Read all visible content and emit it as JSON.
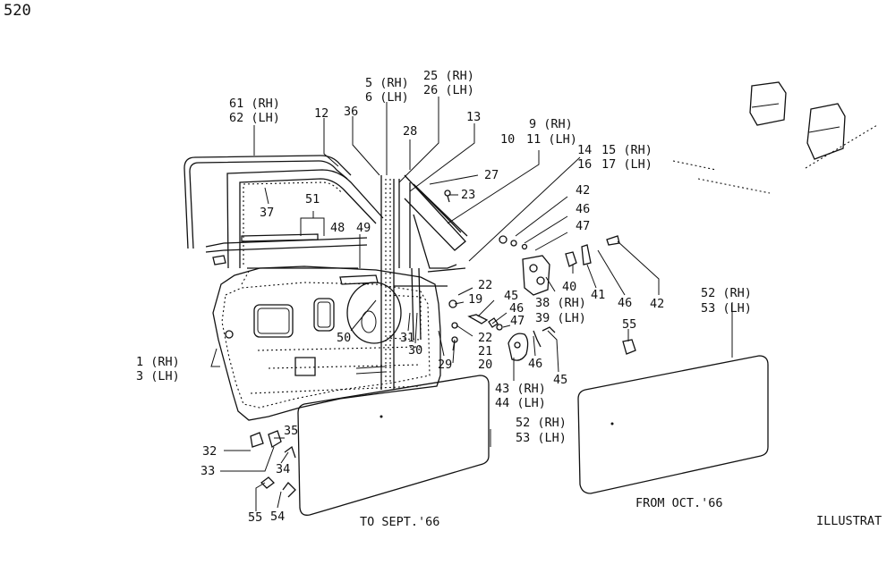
{
  "page_number": "520",
  "notes": {
    "to_sept": "TO SEPT.'66",
    "from_oct": "FROM OCT.'66",
    "illustration": "ILLUSTRAT"
  },
  "callouts": [
    {
      "id": "c1",
      "text": "1 (RH)"
    },
    {
      "id": "c3",
      "text": "3 (LH)"
    },
    {
      "id": "c61",
      "text": "61 (RH)"
    },
    {
      "id": "c62",
      "text": "62 (LH)"
    },
    {
      "id": "c12",
      "text": "12"
    },
    {
      "id": "c36",
      "text": "36"
    },
    {
      "id": "c5",
      "text": "5 (RH)"
    },
    {
      "id": "c6",
      "text": "6 (LH)"
    },
    {
      "id": "c25",
      "text": "25 (RH)"
    },
    {
      "id": "c26",
      "text": "26 (LH)"
    },
    {
      "id": "c28",
      "text": "28"
    },
    {
      "id": "c13",
      "text": "13"
    },
    {
      "id": "c9",
      "text": "9 (RH)"
    },
    {
      "id": "c10",
      "text": "10"
    },
    {
      "id": "c11",
      "text": "11 (LH)"
    },
    {
      "id": "c14",
      "text": "14"
    },
    {
      "id": "c15",
      "text": "15 (RH)"
    },
    {
      "id": "c16",
      "text": "16"
    },
    {
      "id": "c17",
      "text": "17 (LH)"
    },
    {
      "id": "c27",
      "text": "27"
    },
    {
      "id": "c23",
      "text": "23"
    },
    {
      "id": "c37",
      "text": "37"
    },
    {
      "id": "c51",
      "text": "51"
    },
    {
      "id": "c48",
      "text": "48"
    },
    {
      "id": "c49",
      "text": "49"
    },
    {
      "id": "c42a",
      "text": "42"
    },
    {
      "id": "c46a",
      "text": "46"
    },
    {
      "id": "c47a",
      "text": "47"
    },
    {
      "id": "c22a",
      "text": "22"
    },
    {
      "id": "c19",
      "text": "19"
    },
    {
      "id": "c45a",
      "text": "45"
    },
    {
      "id": "c46b",
      "text": "46"
    },
    {
      "id": "c47b",
      "text": "47"
    },
    {
      "id": "c22b",
      "text": "22"
    },
    {
      "id": "c21",
      "text": "21"
    },
    {
      "id": "c20",
      "text": "20"
    },
    {
      "id": "c31",
      "text": "31"
    },
    {
      "id": "c30",
      "text": "30"
    },
    {
      "id": "c29",
      "text": "29"
    },
    {
      "id": "c50",
      "text": "50"
    },
    {
      "id": "c40",
      "text": "40"
    },
    {
      "id": "c41",
      "text": "41"
    },
    {
      "id": "c38",
      "text": "38 (RH)"
    },
    {
      "id": "c39",
      "text": "39 (LH)"
    },
    {
      "id": "c46c",
      "text": "46"
    },
    {
      "id": "c42b",
      "text": "42"
    },
    {
      "id": "c55a",
      "text": "55"
    },
    {
      "id": "c52a",
      "text": "52 (RH)"
    },
    {
      "id": "c53a",
      "text": "53 (LH)"
    },
    {
      "id": "c43",
      "text": "43 (RH)"
    },
    {
      "id": "c44",
      "text": "44 (LH)"
    },
    {
      "id": "c46d",
      "text": "46"
    },
    {
      "id": "c45b",
      "text": "45"
    },
    {
      "id": "c52b",
      "text": "52 (RH)"
    },
    {
      "id": "c53b",
      "text": "53 (LH)"
    },
    {
      "id": "c32",
      "text": "32"
    },
    {
      "id": "c35",
      "text": "35"
    },
    {
      "id": "c33",
      "text": "33"
    },
    {
      "id": "c34",
      "text": "34"
    },
    {
      "id": "c55b",
      "text": "55"
    },
    {
      "id": "c54",
      "text": "54"
    }
  ]
}
